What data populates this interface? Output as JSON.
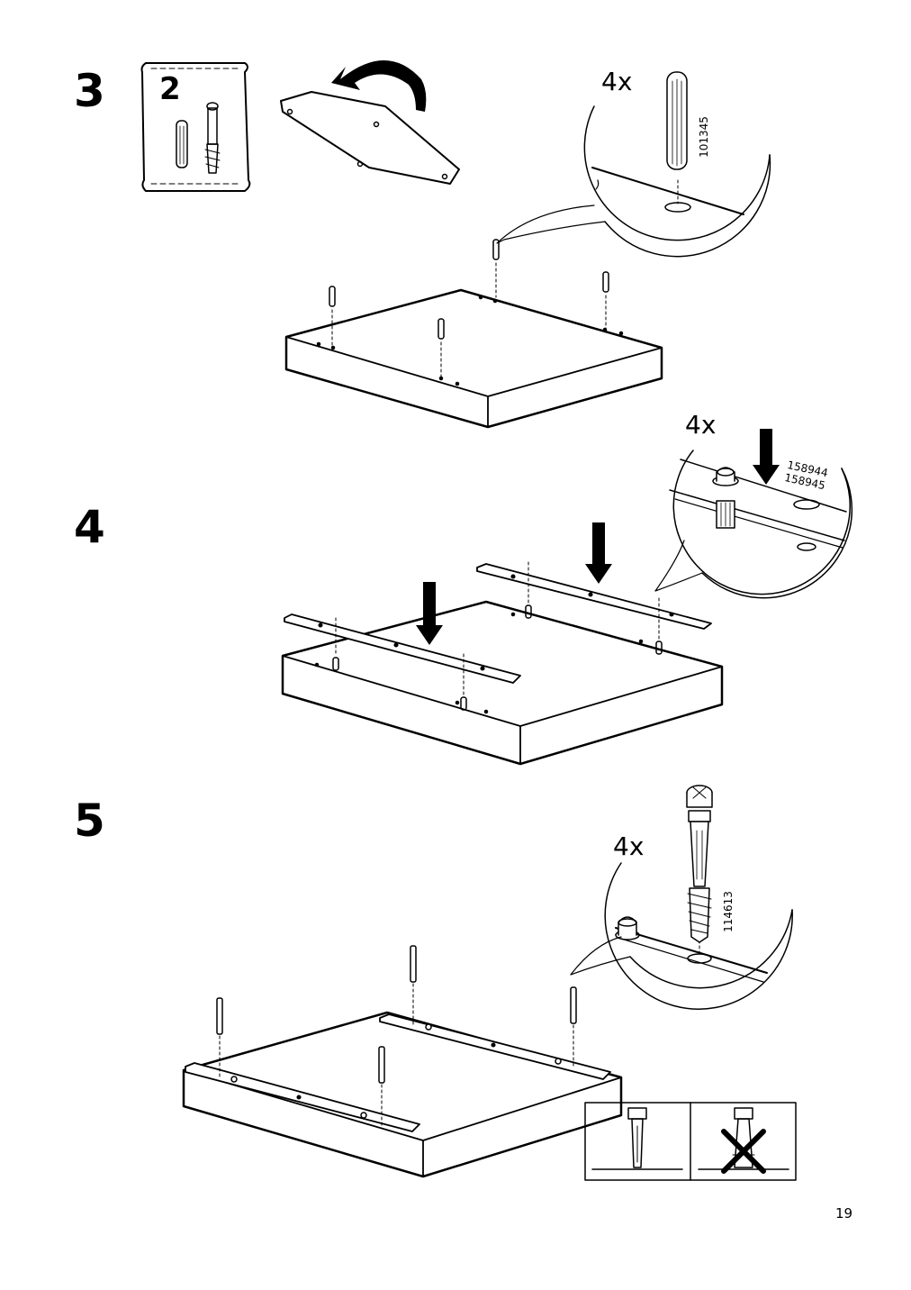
{
  "page_number": "19",
  "steps": [
    {
      "number": "3",
      "bag": "2",
      "callout": {
        "quantity": "4x",
        "part_numbers": [
          "101345"
        ]
      }
    },
    {
      "number": "4",
      "callout": {
        "quantity": "4x",
        "part_numbers": [
          "158944",
          "158945"
        ]
      }
    },
    {
      "number": "5",
      "callout": {
        "quantity": "4x",
        "part_numbers": [
          "114613"
        ]
      },
      "check": {
        "correct": "tightened-connector",
        "incorrect": "over-tightened-connector"
      }
    }
  ],
  "icons": [
    "bag-icon",
    "dowel-icon",
    "cam-connector-icon",
    "flip-arrow-icon",
    "down-arrow-icon",
    "cross-mark-icon"
  ]
}
